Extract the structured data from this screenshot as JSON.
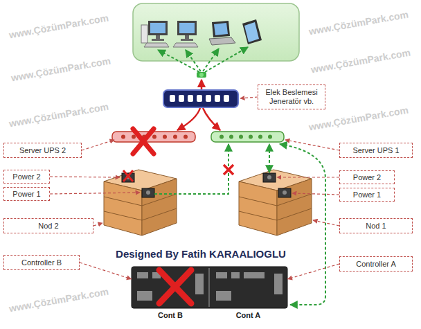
{
  "diagram": {
    "nodes": [
      {
        "text": [
          "Elek Beslemesi Jeneratör vb."
        ]
      },
      {
        "text": [
          "Server UPS 2"
        ]
      },
      {
        "text": [
          "Server UPS 1"
        ]
      },
      {
        "text": [
          "Power 2"
        ]
      },
      {
        "text": [
          "Power 2"
        ]
      },
      {
        "text": [
          "Power 1"
        ]
      },
      {
        "text": [
          "Power 1"
        ]
      },
      {
        "text": [
          "Nod 2"
        ]
      },
      {
        "text": [
          "Nod 1"
        ]
      },
      {
        "text": [
          "Controller B"
        ]
      },
      {
        "text": [
          "Controller A"
        ]
      },
      {
        "text": [
          "Cont B"
        ]
      },
      {
        "text": [
          "Cont A"
        ]
      }
    ],
    "edges": [
      {
        "from": 9,
        "to": 11,
        "arrow": "to"
      },
      {
        "from": 10,
        "to": 12,
        "arrow": "to"
      }
    ],
    "labels": [
      "www.ÇözümPark.com",
      "www.ÇözümPark.com",
      "www.ÇözümPark.com",
      "www.ÇözümPark.com",
      "www.ÇözümPark.com",
      "www.ÇözümPark.com",
      "Designed By Fatih KARAALIOGLU",
      "www.ÇözümPark.com"
    ]
  }
}
